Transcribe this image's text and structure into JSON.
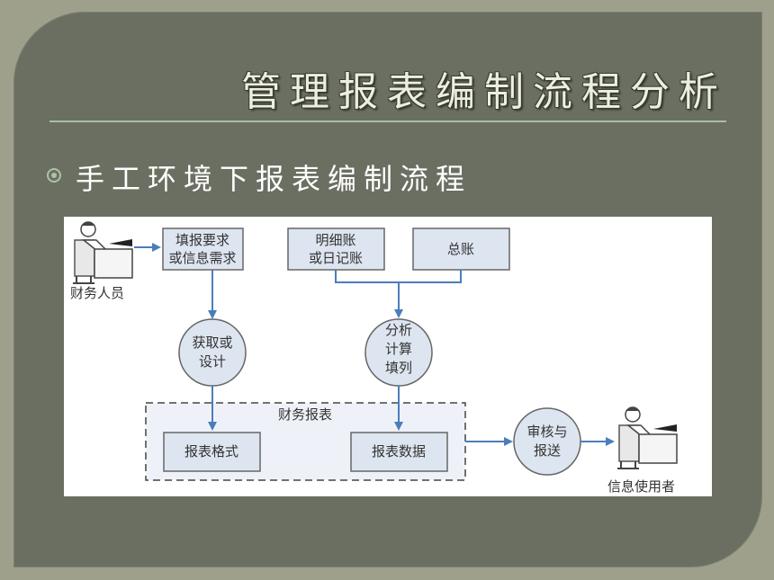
{
  "slide": {
    "title": "管理报表编制流程分析",
    "bullet": "手工环境下报表编制流程"
  },
  "diagram": {
    "finance_staff": "财务人员",
    "requirements": [
      "填报要求",
      "或信息需求"
    ],
    "ledger_detail": [
      "明细账",
      "或日记账"
    ],
    "general_ledger": "总账",
    "obtain_design": [
      "获取或",
      "设计"
    ],
    "analyze": [
      "分析",
      "计算",
      "填列"
    ],
    "group_label": "财务报表",
    "report_format": "报表格式",
    "report_data": "报表数据",
    "review_submit": [
      "审核与",
      "报送"
    ],
    "info_user": "信息使用者"
  },
  "colors": {
    "box_fill": "#dde5f0",
    "box_stroke": "#666666",
    "arrow": "#4a7ebb"
  }
}
